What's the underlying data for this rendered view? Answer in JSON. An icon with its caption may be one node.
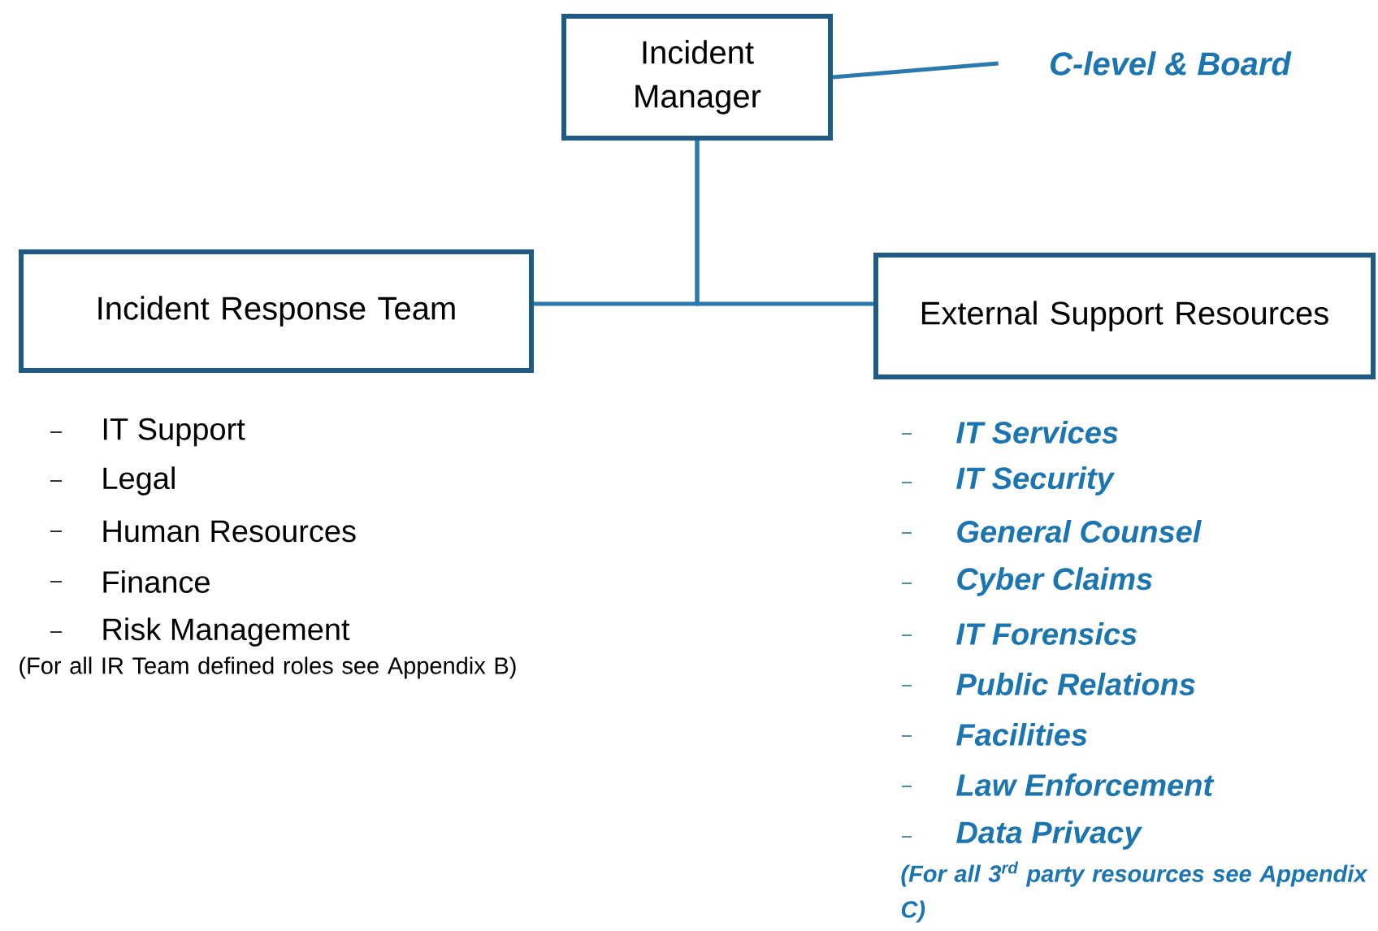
{
  "diagram": {
    "nodes": [
      {
        "text": [
          "Incident Manager"
        ]
      },
      {
        "text": [
          "Incident Response Team"
        ]
      },
      {
        "text": [
          "External Support Resources"
        ]
      },
      {
        "text": [
          "C-level & Board"
        ]
      }
    ],
    "edges": [
      {
        "from": 0,
        "to": 3,
        "arrow": "none"
      },
      {
        "from": 0,
        "to": 1,
        "arrow": "none"
      },
      {
        "from": 0,
        "to": 2,
        "arrow": "none"
      }
    ],
    "labels": [
      "IT Support",
      "Legal",
      "Human Resources",
      "Finance",
      "Risk Management",
      "(For all IR Team defined roles see Appendix B)",
      "IT Services",
      "IT Security",
      "General Counsel",
      "Cyber Claims",
      "IT Forensics",
      "Public Relations",
      "Facilities",
      "Law Enforcement",
      "Data Privacy",
      "(For all 3$^{rd}$ party resources see Appendix C)"
    ]
  }
}
